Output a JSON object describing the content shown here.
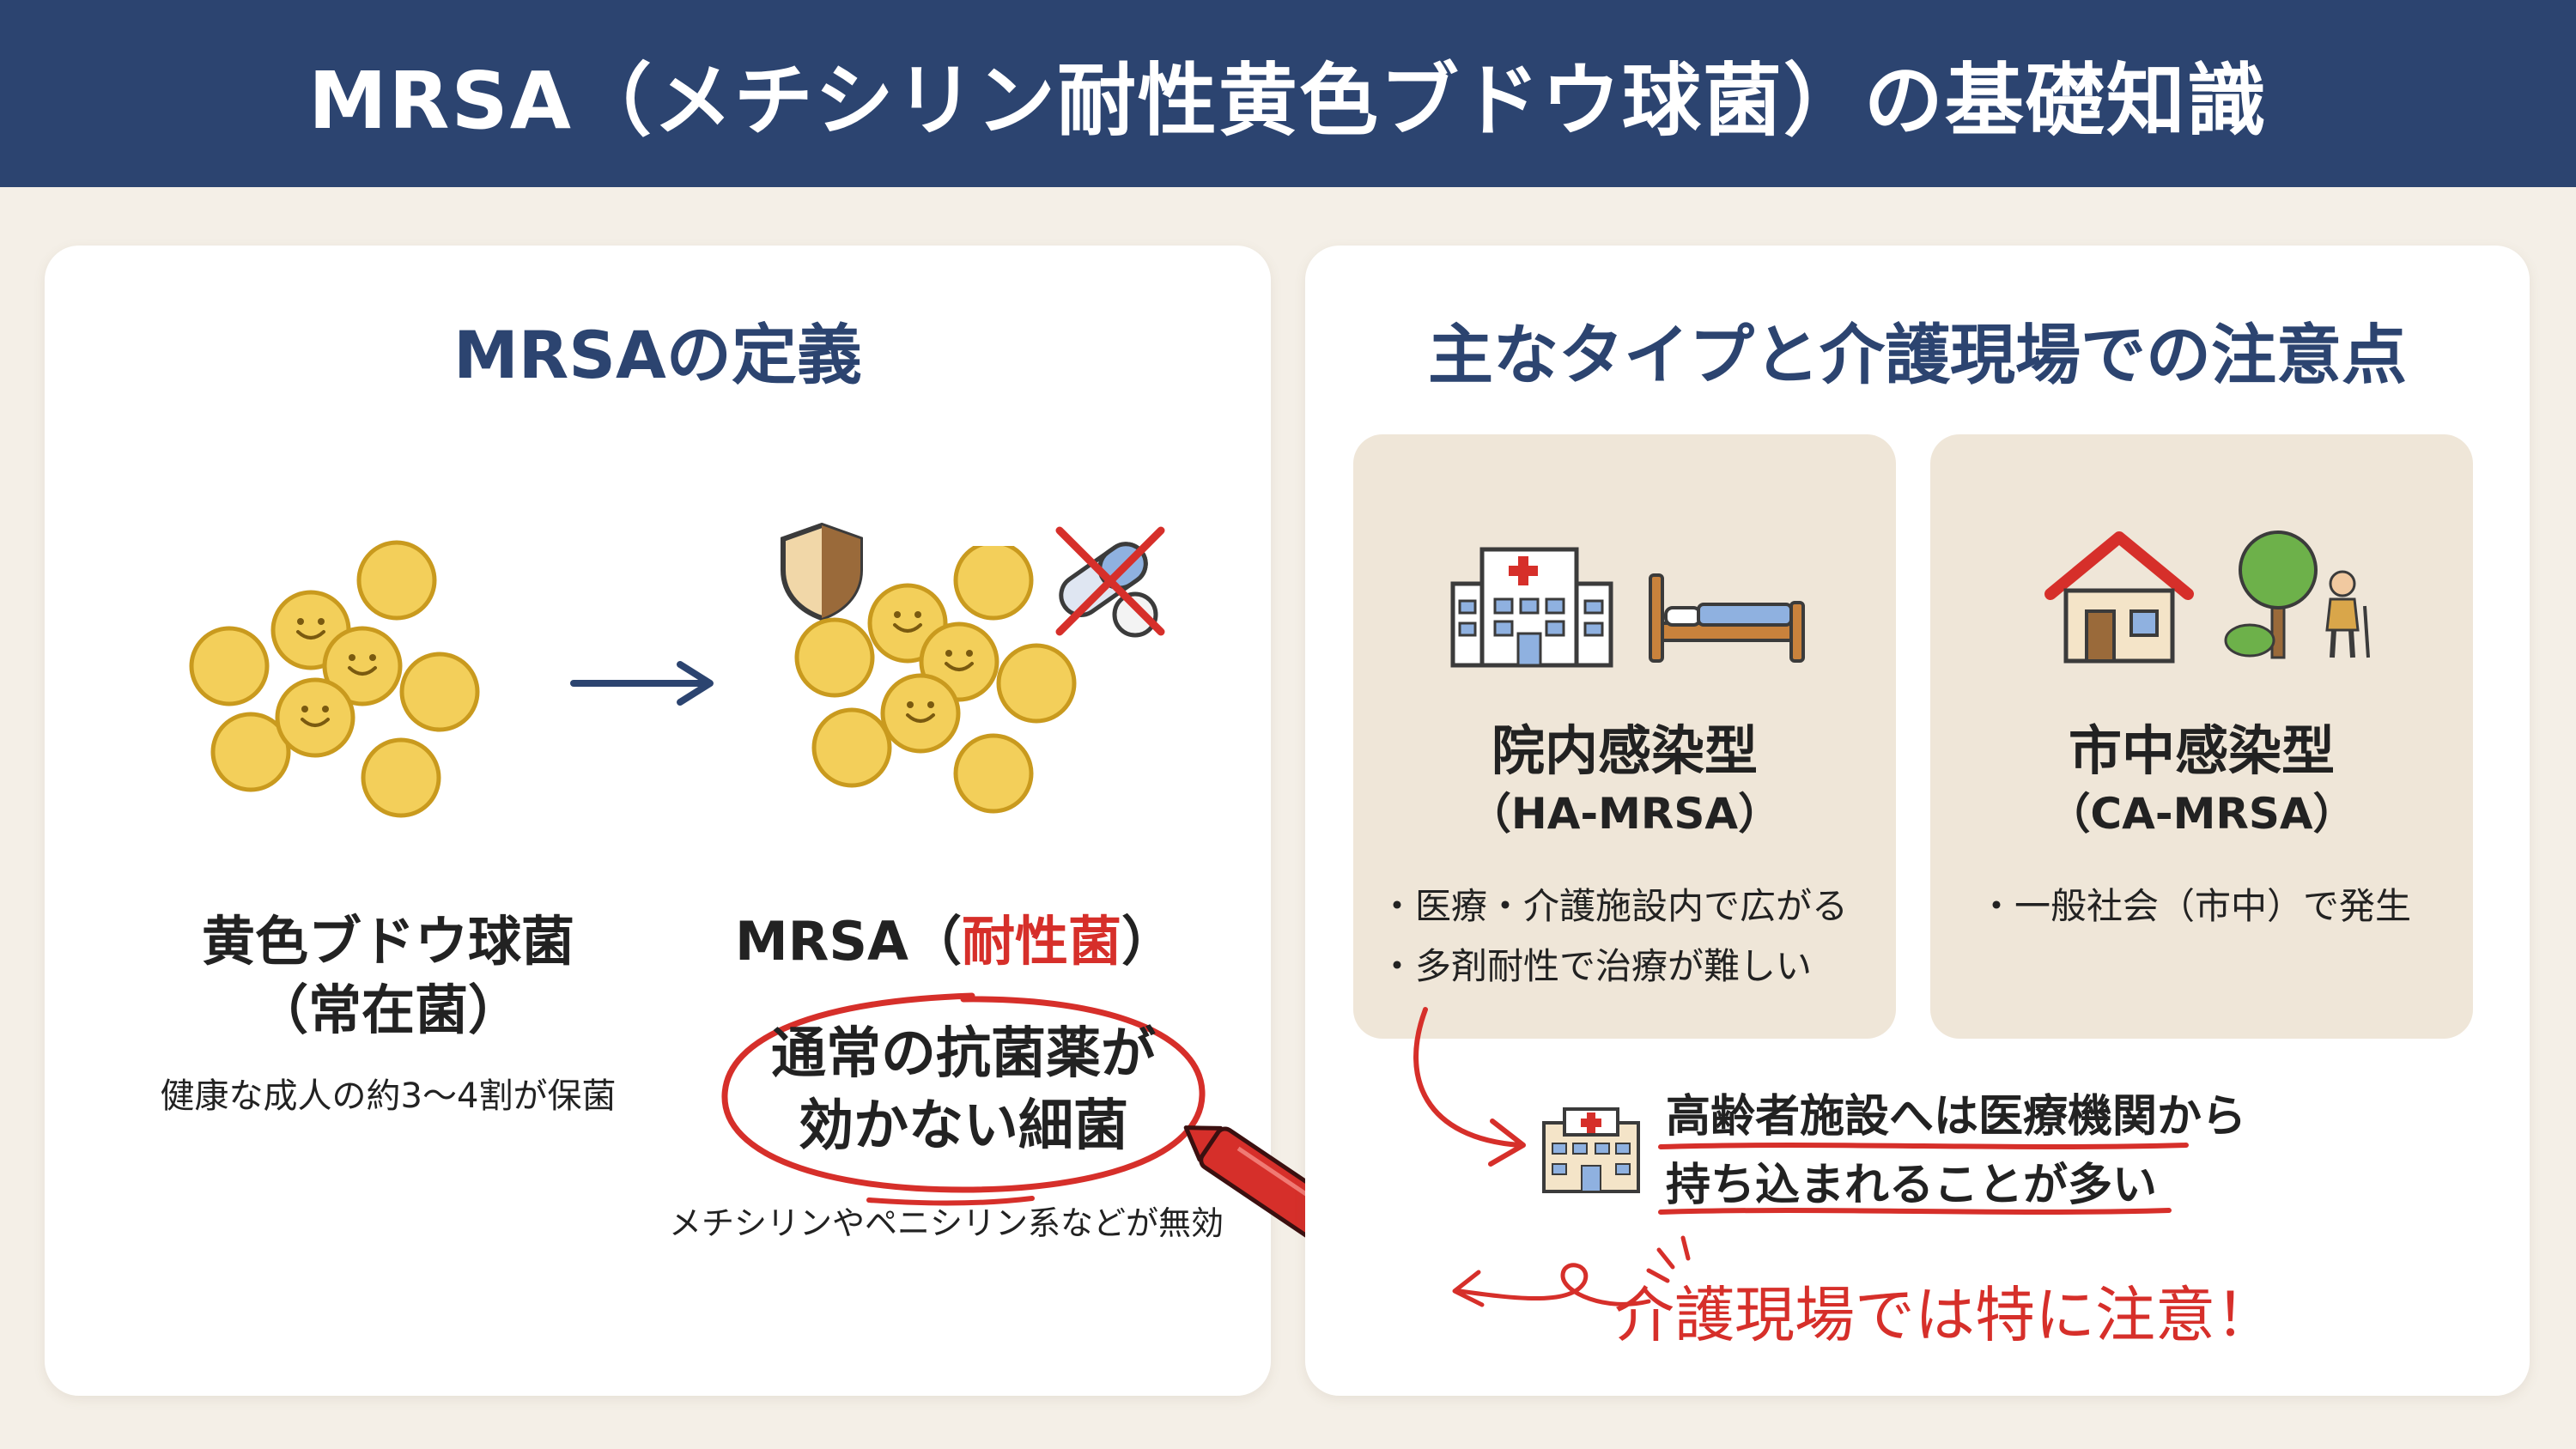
{
  "header": {
    "title": "MRSA（メチシリン耐性黄色ブドウ球菌）の基礎知識"
  },
  "left": {
    "title": "MRSAの定義",
    "normal": {
      "name": "黄色ブドウ球菌",
      "sub": "（常在菌）",
      "note": "健康な成人の約3〜4割が保菌"
    },
    "mrsa": {
      "name_prefix": "MRSA（",
      "name_red": "耐性菌",
      "name_suffix": "）",
      "circled_line1": "通常の抗菌薬が",
      "circled_line2": "効かない細菌",
      "note": "メチシリンやペニシリン系などが無効"
    }
  },
  "right": {
    "title": "主なタイプと介護現場での注意点",
    "hospital_type": {
      "name": "院内感染型",
      "code": "（HA-MRSA）",
      "bullets": [
        "・医療・介護施設内で広がる",
        "・多剤耐性で治療が難しい"
      ]
    },
    "community_type": {
      "name": "市中感染型",
      "code": "（CA-MRSA）",
      "bullets": [
        "・一般社会（市中）で発生"
      ]
    },
    "notice_line1": "高齢者施設へは医療機関から",
    "notice_line2": "持ち込まれることが多い",
    "warning": "介護現場では特に注意！"
  },
  "colors": {
    "header_bg": "#2c4470",
    "accent_red": "#d62f2a",
    "card_bg": "#efe6d8",
    "page_bg": "#f4efe7",
    "bacteria_yellow": "#f3cf5a"
  }
}
